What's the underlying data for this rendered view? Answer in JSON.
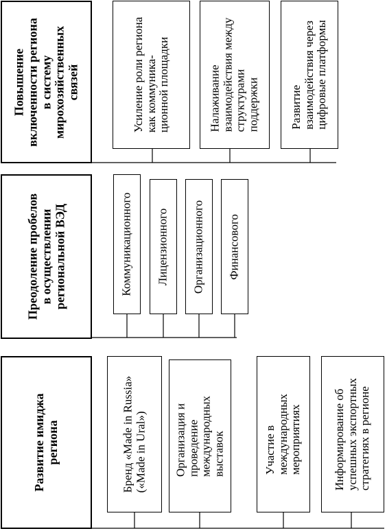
{
  "sections": [
    {
      "title": "Повышение\nвключенности региона\nв систему\nмирохозяйственных\nсвязей",
      "items": [
        "Усиление роли региона\nкак коммуника-\nционной площадки",
        "Налаживание\nвзаимодействия между\nструктурами\nподдержки",
        "Развитие\nвзаимодействия через\nцифровые платформы"
      ]
    },
    {
      "title": "Преодоление пробелов\nв осуществлении\nрегиональной ВЭД",
      "items": [
        "Коммуникационного",
        "Лицензионного",
        "Организационного",
        "Финансового"
      ]
    },
    {
      "title": "Развитие имиджа\nрегиона",
      "items": [
        "Бренд «Made in Russia»\n(«Made in Ural»)",
        "Организация и\nпроведение\nмеждународных\nвыставок",
        "Участие в\nмеждународных\nмероприятиях",
        "Информирование об\nуспешных экспортных\nстратегиях в регионе"
      ]
    }
  ]
}
